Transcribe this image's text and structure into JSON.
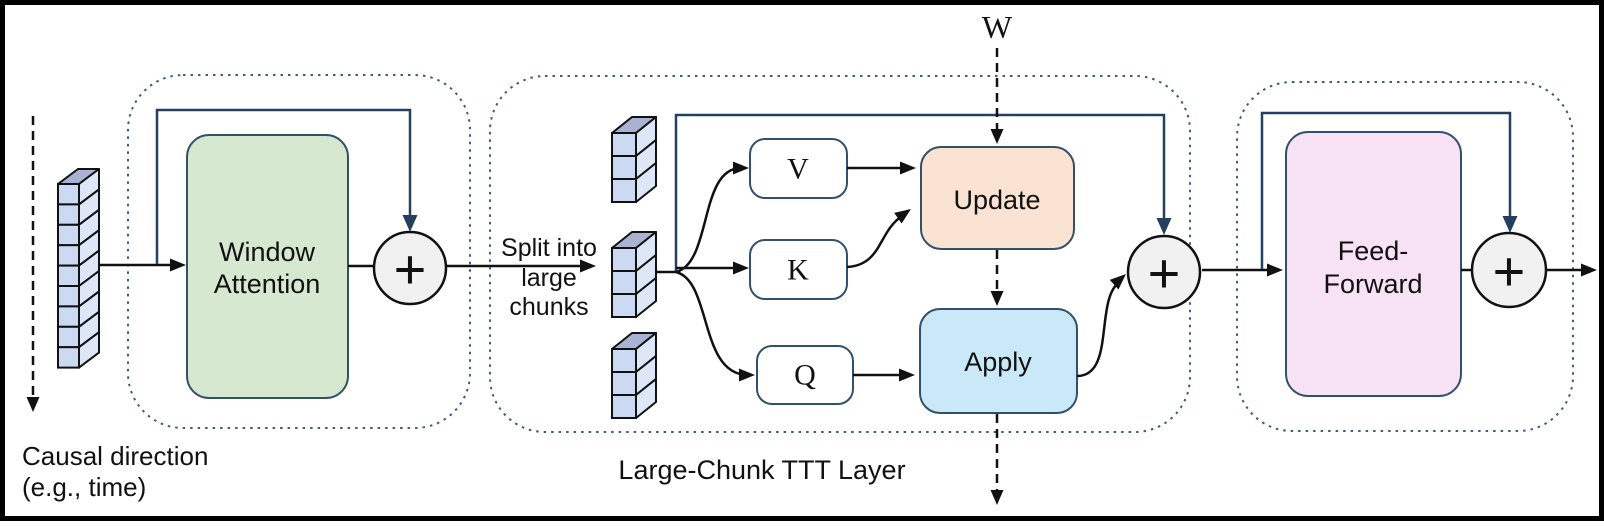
{
  "labels": {
    "w": "W",
    "causal_line1": "Causal direction",
    "causal_line2": "(e.g., time)",
    "split_line1": "Split into",
    "split_line2": "large",
    "split_line3": "chunks",
    "window_line1": "Window",
    "window_line2": "Attention",
    "ttt_layer": "Large-Chunk TTT Layer",
    "v": "V",
    "k": "K",
    "q": "Q",
    "update": "Update",
    "apply": "Apply",
    "ff_line1": "Feed-",
    "ff_line2": "Forward",
    "plus": "+"
  },
  "structure": {
    "input_stack_blocks": 9,
    "chunk_stacks": 3,
    "blocks_per_chunk": 3
  },
  "colors": {
    "window_fill": "#d7e8d1",
    "update_fill": "#fae3d2",
    "apply_fill": "#c9e8f8",
    "ff_fill": "#f8e2f6",
    "circle_fill": "#f1f1f1",
    "block_front": "#ccd9f2",
    "block_side": "#dee7f8",
    "block_top": "#a9b2d2",
    "residual_line": "#24405e",
    "dotted_border": "#3e5c7d",
    "line": "#111111"
  }
}
